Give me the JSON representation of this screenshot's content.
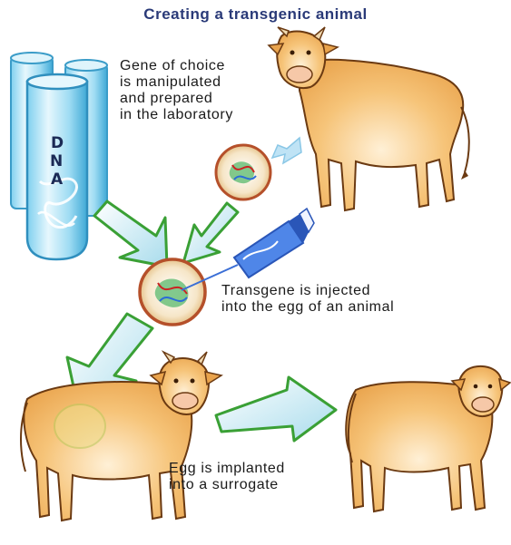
{
  "title": "Creating a transgenic animal",
  "labels": {
    "gene_choice": [
      "Gene of choice",
      "is manipulated",
      "and prepared",
      "in the laboratory"
    ],
    "transgene": [
      "Transgene is injected",
      "into the egg of an animal"
    ],
    "implant": [
      "Egg is implanted",
      "into a surrogate"
    ]
  },
  "tube_letters": [
    "D",
    "N",
    "A"
  ],
  "colors": {
    "title": "#2a3a78",
    "tube": "#5bbbe3",
    "cow_body": "#f4b860",
    "arrow_green": "#3aa035",
    "arrow_fill": "#bfe8f2",
    "cell_ring": "#c0522a",
    "cell_fill": "#fbe7c2"
  }
}
